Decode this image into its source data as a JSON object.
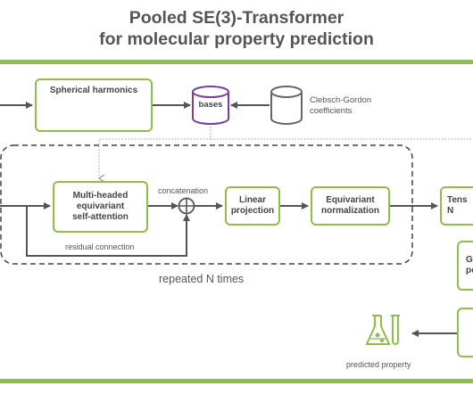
{
  "title": {
    "line1": "Pooled SE(3)-Transformer",
    "line2": "for molecular property prediction"
  },
  "nodes": {
    "spherical_harmonics": "Spherical harmonics",
    "bases": "bases",
    "clebsch_gordon": "Clebsch-Gordon\ncoefficients",
    "attention": "Multi-headed\nequivariant\nself-attention",
    "linear_projection": "Linear\nprojection",
    "equivariant_normalization": "Equivariant\nnormalization",
    "tensor_network_partial": "Tens\nN",
    "graph_pooling_partial": "G\npo",
    "predicted_property": "predicted property"
  },
  "edge_labels": {
    "concatenation": "concatenation",
    "residual_connection": "residual connection",
    "repeated": "repeated N times"
  },
  "colors": {
    "accent_green": "#8cc048",
    "bases_purple": "#7a3ea1",
    "text_gray": "#555555",
    "lobe_gold": "#c8962a"
  }
}
